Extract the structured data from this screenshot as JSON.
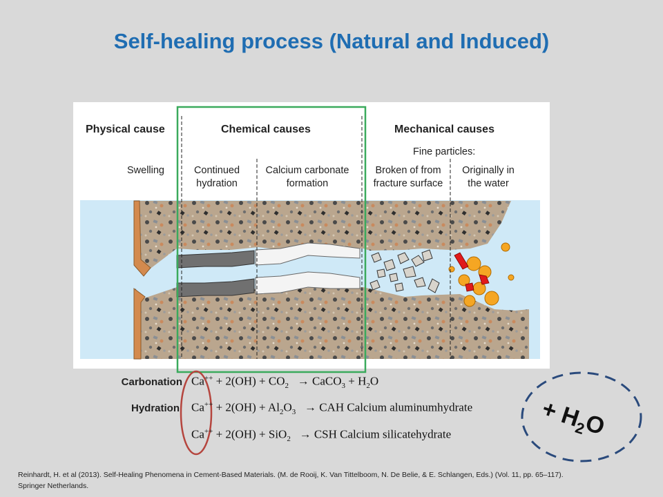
{
  "title": "Self-healing process (Natural and Induced)",
  "diagram": {
    "headings": {
      "physical": "Physical cause",
      "chemical": "Chemical causes",
      "mechanical": "Mechanical causes",
      "fine": "Fine particles:"
    },
    "sub": {
      "swelling": "Swelling",
      "continued_1": "Continued",
      "continued_2": "hydration",
      "calcium_1": "Calcium carbonate",
      "calcium_2": "formation",
      "broken_1": "Broken of from",
      "broken_2": "fracture surface",
      "orig_1": "Originally in",
      "orig_2": "the water"
    },
    "colors": {
      "water": "#cfe9f7",
      "concrete": "#b9a58e",
      "highlight_box": "#3aaa5c",
      "circle": "#b5453e",
      "dashed_ellipse": "#2a4a7c",
      "particles": "#f5a623",
      "red_particles": "#e01b1b"
    }
  },
  "equations": {
    "carbonation_label": "Carbonation",
    "hydration_label": "Hydration",
    "eq1": {
      "lhs_a": "Ca",
      "sup": "++",
      "lhs_b": " + 2(OH) + CO",
      "s1": "2",
      "arrow": "→",
      "rhs_a": "CaCO",
      "s2": "3",
      "rhs_b": " + H",
      "s3": "2",
      "rhs_c": "O"
    },
    "eq2": {
      "lhs_a": "Ca",
      "sup": "++",
      "lhs_b": " + 2(OH) + Al",
      "s1": "2",
      "mid": "O",
      "s2": "3",
      "arrow": "→",
      "rhs": "CAH Calcium aluminumhydrate"
    },
    "eq3": {
      "lhs_a": "Ca",
      "sup": "++",
      "lhs_b": " + 2(OH) + SiO",
      "s1": "2",
      "arrow": "→",
      "rhs": "CSH Calcium silicatehydrate"
    }
  },
  "h2o": {
    "a": "+ H",
    "sub": "2",
    "b": "O"
  },
  "reference": {
    "line1": "Reinhardt, H. et al (2013). Self-Healing Phenomena in Cement-Based Materials. (M. de Rooij, K. Van Tittelboom, N. De Belie, & E. Schlangen, Eds.) (Vol. 11, pp. 65–117).",
    "line2": "Springer Netherlands."
  }
}
